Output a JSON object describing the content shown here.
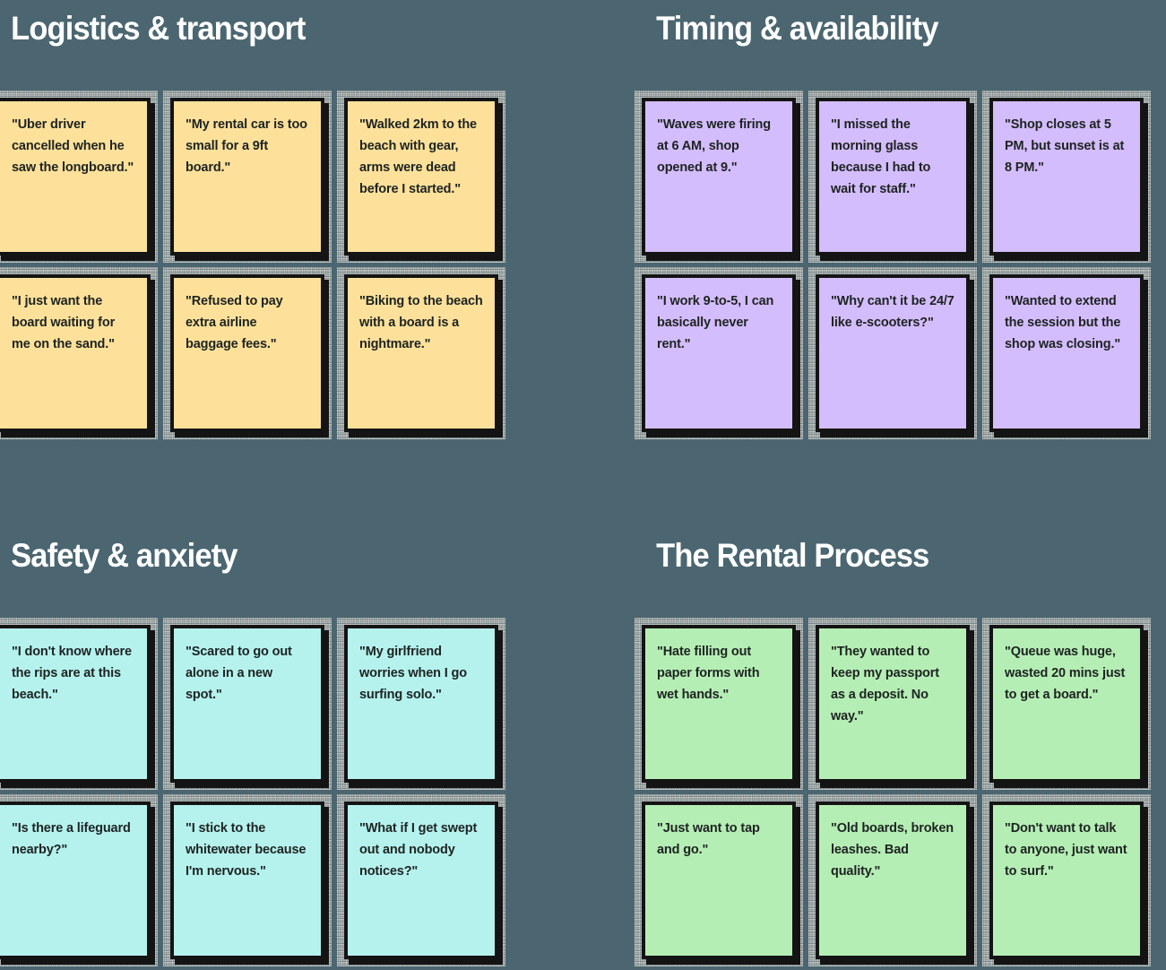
{
  "board": {
    "background_color": "#4b6670",
    "note_border_color": "#141414",
    "frame_color": "#a9adaa",
    "text_color": "#1d2321",
    "title_color": "#ffffff"
  },
  "clusters": [
    {
      "title": "Logistics & transport",
      "accent": "#fde19a",
      "color_class": "c-yellow",
      "notes": [
        {
          "text": "\"Uber driver cancelled when he saw the longboard.\""
        },
        {
          "text": "\"My rental car is too small for a 9ft board.\""
        },
        {
          "text": "\"Walked 2km to the beach with gear, arms were dead before I started.\""
        },
        {
          "text": "\"I just want the board waiting for me on the sand.\""
        },
        {
          "text": "\"Refused to pay extra airline baggage fees.\""
        },
        {
          "text": "\"Biking to the beach with a board is a nightmare.\""
        }
      ]
    },
    {
      "title": "Timing & availability",
      "accent": "#d4bdfc",
      "color_class": "c-purple",
      "notes": [
        {
          "text": "\"Waves were firing at 6 AM, shop opened at 9.\""
        },
        {
          "text": "\"I missed the morning glass because I had to wait for staff.\""
        },
        {
          "text": "\"Shop closes at 5 PM, but sunset is at 8 PM.\""
        },
        {
          "text": "\"I work 9-to-5, I can basically never rent.\""
        },
        {
          "text": "\"Why can't it be 24/7 like e-scooters?\""
        },
        {
          "text": "\"Wanted to extend the session but the shop was closing.\""
        }
      ]
    },
    {
      "title": "Safety & anxiety",
      "accent": "#b5f2ee",
      "color_class": "c-teal",
      "notes": [
        {
          "text": "\"I don't know where the rips are at this beach.\""
        },
        {
          "text": "\"Scared to go out alone in a new spot.\""
        },
        {
          "text": "\"My girlfriend worries when I go surfing solo.\""
        },
        {
          "text": "\"Is there a lifeguard nearby?\""
        },
        {
          "text": "\"I stick to the whitewater because I'm nervous.\""
        },
        {
          "text": "\"What if I get swept out and nobody notices?\""
        }
      ]
    },
    {
      "title": "The Rental Process",
      "accent": "#b5eeb5",
      "color_class": "c-green",
      "notes": [
        {
          "text": "\"Hate filling out paper forms with wet hands.\""
        },
        {
          "text": "\"They wanted to keep my passport as a deposit. No way.\""
        },
        {
          "text": "\"Queue was huge, wasted 20 mins just to get a board.\""
        },
        {
          "text": "\"Just want to tap and go.\""
        },
        {
          "text": "\"Old boards, broken leashes. Bad quality.\""
        },
        {
          "text": "\"Don't want to talk to anyone, just want to surf.\""
        }
      ]
    }
  ]
}
